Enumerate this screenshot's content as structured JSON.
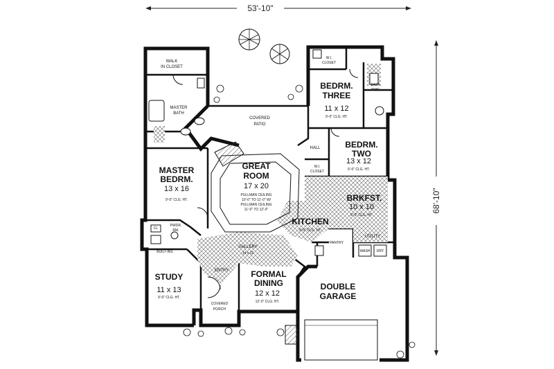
{
  "dimensions": {
    "width_label": "53'-10\"",
    "depth_label": "68'-10\""
  },
  "rooms": {
    "walk_in_closet": {
      "name": "WALK IN CLOSET"
    },
    "master_bath": {
      "name": "MASTER BATH"
    },
    "covered_patio": {
      "name": "COVERED PATIO"
    },
    "wi_closet_top": {
      "name": "W.I. CLOSET"
    },
    "bedroom_three": {
      "name": "BEDRM. THREE",
      "size": "11 x 12",
      "ceiling": "9'-0\" CLG. HT."
    },
    "bath_two": {
      "name": "BATH TWO"
    },
    "hall": {
      "name": "HALL"
    },
    "bedroom_two": {
      "name": "BEDRM. TWO",
      "size": "13 x 12",
      "ceiling": "9'-0\" CLG. HT."
    },
    "wi_closet_mid": {
      "name": "W.I. CLOSET"
    },
    "master_bedroom": {
      "name": "MASTER BEDRM.",
      "size": "13 x 16",
      "ceiling": "9'-0\" CLG. HT."
    },
    "great_room": {
      "name": "GREAT ROOM",
      "size": "17 x 20",
      "ceiling_1": "PULLMAN CEILING",
      "ceiling_2": "10'-0\" TO 11'-0\" W/",
      "ceiling_3": "PULLMAN CEILING",
      "ceiling_4": "11'-0\" TO 12'-0\""
    },
    "breakfast": {
      "name": "BRKFST.",
      "size": "10 x 10",
      "ceiling": "9'-0\" CLG. HT."
    },
    "kitchen": {
      "name": "KITCHEN",
      "ceiling": "9'-0\" CLG. HT."
    },
    "pantry": {
      "name": "PANTRY"
    },
    "utility": {
      "name": "UTILITY",
      "washer": "WASH",
      "dryer": "DRY"
    },
    "powder": {
      "name": "PWDR. RM."
    },
    "closet_cl": {
      "name": "CL"
    },
    "built_ins": {
      "name": "BUILT-INS"
    },
    "gallery": {
      "name": "GALLERY",
      "size": "14 x 12"
    },
    "entry": {
      "name": "ENTRY"
    },
    "study": {
      "name": "STUDY",
      "size": "11 x 13",
      "ceiling": "9'-0\" CLG. HT."
    },
    "formal_dining": {
      "name": "FORMAL DINING",
      "size": "12 x 12",
      "ceiling": "12'-0\" CLG. HT."
    },
    "covered_porch": {
      "name": "COVERED PORCH"
    },
    "double_garage": {
      "name": "DOUBLE GARAGE"
    }
  },
  "colors": {
    "ink": "#111111",
    "background": "#ffffff",
    "hatch": "#555555"
  },
  "icons": [
    "tree-icon",
    "shrub-icon",
    "dimension-arrow-icon",
    "door-swing-icon"
  ]
}
